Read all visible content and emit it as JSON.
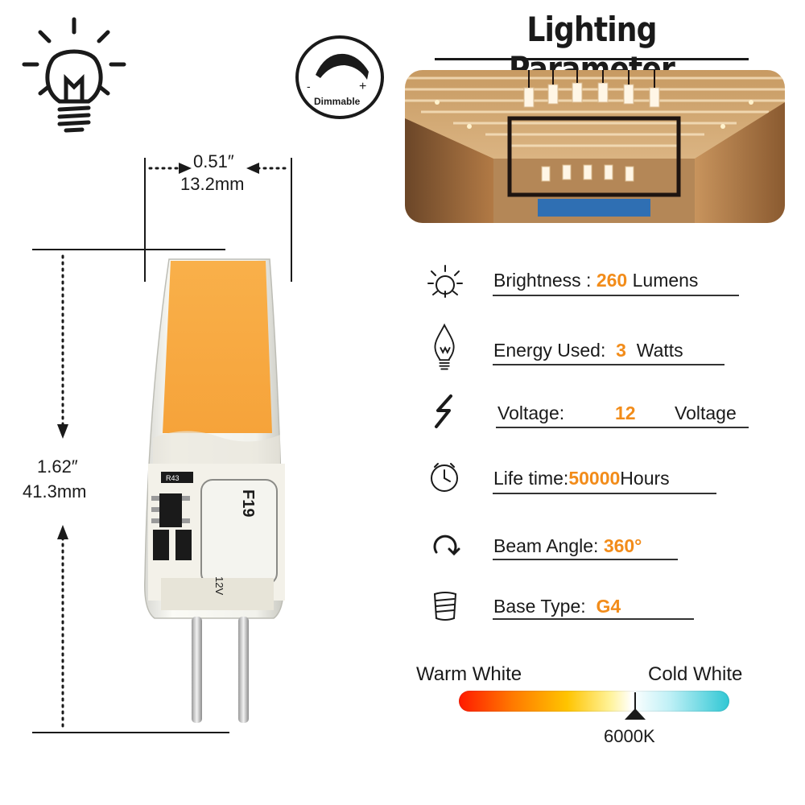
{
  "header": {
    "title": "Lighting Parameter",
    "dimmable_label": "Dimmable",
    "dim_minus": "-",
    "dim_plus": "+"
  },
  "dimensions": {
    "width_in": "0.51″",
    "width_mm": "13.2mm",
    "height_in": "1.62″",
    "height_mm": "41.3mm"
  },
  "bulb_markings": {
    "resistor": "R43",
    "coil": "F19",
    "voltage_mark": "12V"
  },
  "parameters": [
    {
      "icon": "sun-icon",
      "label": "Brightness :",
      "value": "260",
      "unit": "Lumens"
    },
    {
      "icon": "candle-bulb-icon",
      "label": "Energy Used:",
      "value": "3",
      "unit": "Watts"
    },
    {
      "icon": "lightning-icon",
      "label": "Voltage:",
      "value": "12",
      "unit": "Voltage"
    },
    {
      "icon": "clock-icon",
      "label": "Life time:",
      "value": "50000",
      "unit": "Hours"
    },
    {
      "icon": "rotate-icon",
      "label": "Beam Angle:",
      "value": "360°",
      "unit": ""
    },
    {
      "icon": "base-icon",
      "label": "Base Type:",
      "value": "G4",
      "unit": ""
    }
  ],
  "color_temperature": {
    "warm_label": "Warm White",
    "cold_label": "Cold White",
    "value": "6000K",
    "marker_fraction": 0.65
  },
  "colors": {
    "accent": "#f28c1a",
    "text": "#1a1a1a"
  }
}
